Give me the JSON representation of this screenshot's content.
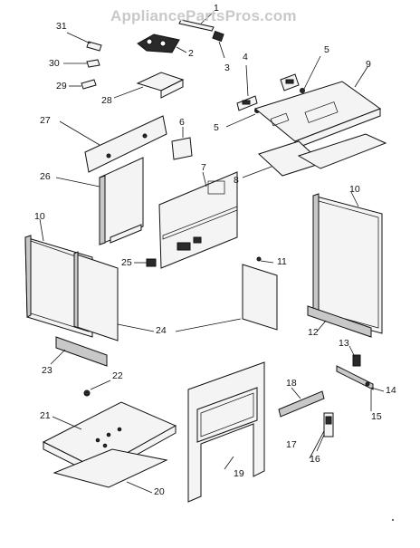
{
  "watermark": "AppliancePartsPros.com",
  "callouts": {
    "c1": "1",
    "c2": "2",
    "c3": "3",
    "c4": "4",
    "c5a": "5",
    "c5b": "5",
    "c6": "6",
    "c7": "7",
    "c8": "8",
    "c9": "9",
    "c10a": "10",
    "c10b": "10",
    "c11": "11",
    "c12": "12",
    "c13": "13",
    "c14": "14",
    "c15": "15",
    "c16": "16",
    "c17": "17",
    "c18": "18",
    "c19": "19",
    "c20": "20",
    "c21": "21",
    "c22": "22",
    "c23": "23",
    "c24": "24",
    "c25": "25",
    "c26": "26",
    "c27": "27",
    "c28": "28",
    "c29": "29",
    "c30": "30",
    "c31": "31"
  }
}
